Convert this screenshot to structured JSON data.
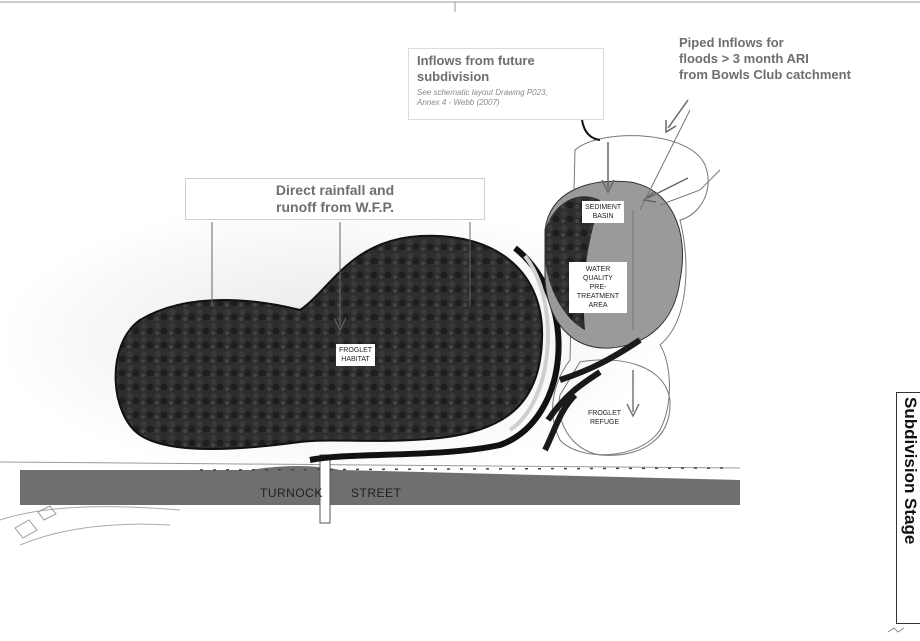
{
  "callouts": {
    "rainfall": {
      "line1": "Direct rainfall and",
      "line2": "runoff from W.F.P."
    },
    "future_inflows": {
      "line1": "Inflows from future",
      "line2": "subdivision",
      "note1": "See schematic layout Drawing P023,",
      "note2": "Annex 4 - Webb (2007)"
    },
    "piped_inflows": {
      "line1": "Piped Inflows for",
      "line2": "floods > 3 month ARI",
      "line3": "from Bowls Club catchment"
    }
  },
  "areas": {
    "froglet_habitat": {
      "line1": "FROGLET",
      "line2": "HABITAT"
    },
    "sediment_basin": {
      "line1": "SEDIMENT",
      "line2": "BASIN"
    },
    "water_quality": [
      "WATER",
      "QUALITY",
      "PRE-",
      "TREATMENT",
      "AREA"
    ],
    "froglet_refuge": {
      "line1": "FROGLET",
      "line2": "REFUGE"
    }
  },
  "street": {
    "word1": "TURNOCK",
    "word2": "STREET"
  },
  "side_tab": "Subdivision Stage",
  "colors": {
    "vegetation": "#2b2b2b",
    "road": "#6f6f6f",
    "callout_text": "#6e6e6e",
    "outline": "#555555"
  }
}
